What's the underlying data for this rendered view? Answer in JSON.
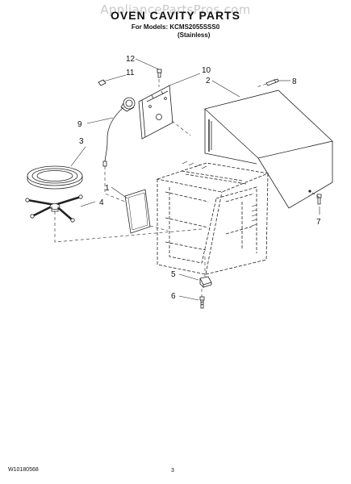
{
  "watermark": "AppliancePartsPros.com",
  "header": {
    "title": "OVEN CAVITY PARTS",
    "models_line": "For Models: KCMS2055SSS0",
    "finish": "(Stainless)"
  },
  "callouts": {
    "c1": "1",
    "c2": "2",
    "c3": "3",
    "c4": "4",
    "c5": "5",
    "c6": "6",
    "c7": "7",
    "c8": "8",
    "c9": "9",
    "c10": "10",
    "c11": "11",
    "c12": "12"
  },
  "footer": {
    "doc_number": "W10180568",
    "page": "3"
  }
}
